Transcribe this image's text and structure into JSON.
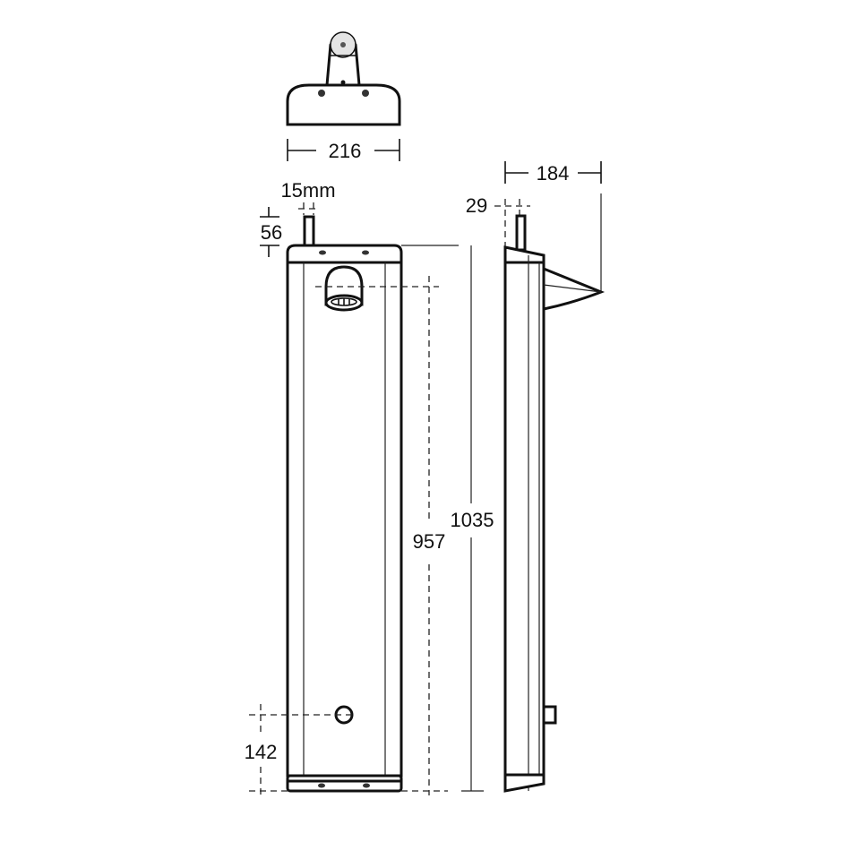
{
  "drawing": {
    "title": "Shower panel dimension drawing",
    "views": [
      "top-view",
      "front-view",
      "side-view"
    ]
  },
  "dimensions": {
    "top_width": "216",
    "inlet_diameter": "15mm",
    "inlet_height": "56",
    "side_depth": "184",
    "side_inlet_offset": "29",
    "overall_height": "1035",
    "head_height": "957",
    "button_height": "142"
  }
}
